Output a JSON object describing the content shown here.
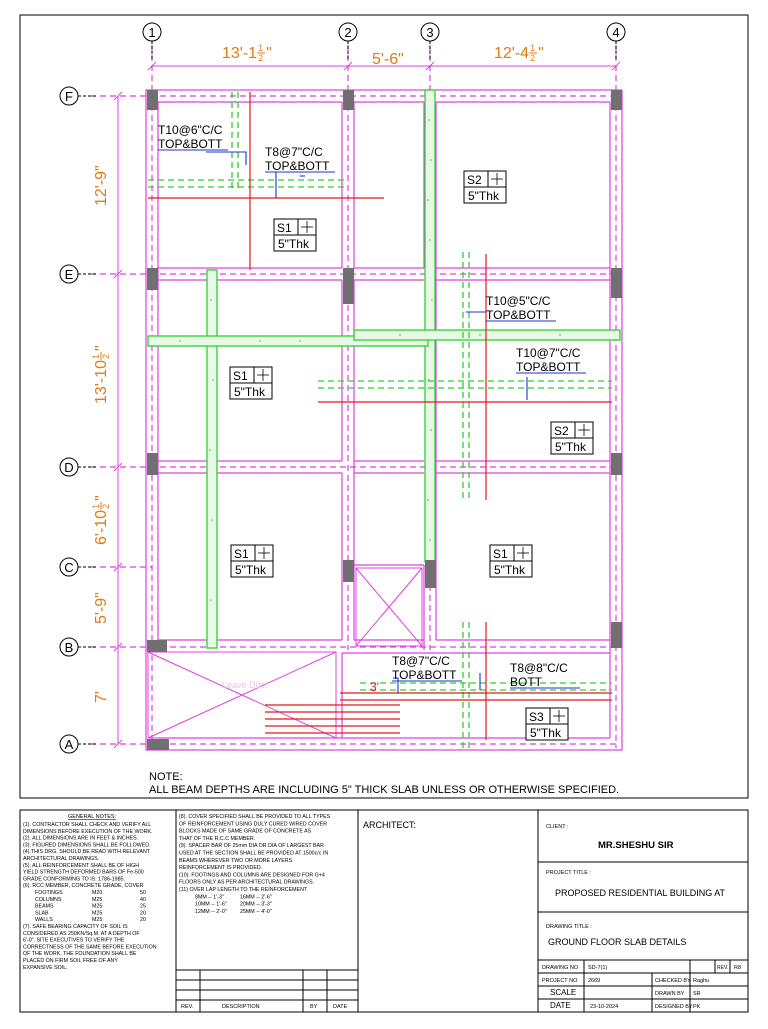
{
  "drawing": {
    "grid_columns": [
      "1",
      "2",
      "3",
      "4"
    ],
    "grid_rows": [
      "F",
      "E",
      "D",
      "C",
      "B",
      "A"
    ],
    "dims_top": [
      {
        "whole": "13'-1",
        "num": "1",
        "den": "2",
        "tail": "\""
      },
      {
        "whole": "5'-6\"",
        "num": "",
        "den": "",
        "tail": ""
      },
      {
        "whole": "12'-4",
        "num": "1",
        "den": "2",
        "tail": "\""
      }
    ],
    "dims_left": [
      {
        "whole": "12'-9\"",
        "num": "",
        "den": "",
        "tail": ""
      },
      {
        "whole": "13'-10",
        "num": "1",
        "den": "2",
        "tail": "\""
      },
      {
        "whole": "6'-10",
        "num": "1",
        "den": "2",
        "tail": "\""
      },
      {
        "whole": "5'-9\"",
        "num": "",
        "den": "",
        "tail": ""
      },
      {
        "whole": "7'",
        "num": "",
        "den": "",
        "tail": ""
      }
    ],
    "rebar_labels": [
      {
        "line1": "T10@6\"C/C",
        "line2": "TOP&BOTT"
      },
      {
        "line1": "T8@7\"C/C",
        "line2": "TOP&BOTT"
      },
      {
        "line1": "T10@5\"C/C",
        "line2": "TOP&BOTT"
      },
      {
        "line1": "T10@7\"C/C",
        "line2": "TOP&BOTT"
      },
      {
        "line1": "T8@7\"C/C",
        "line2": "TOP&BOTT"
      },
      {
        "line1": "T8@8\"C/C",
        "line2": "BOTT"
      }
    ],
    "slab_tags": [
      {
        "id": "S1",
        "thk": "5\"Thk"
      },
      {
        "id": "S2",
        "thk": "5\"Thk"
      },
      {
        "id": "S1",
        "thk": "5\"Thk"
      },
      {
        "id": "S2",
        "thk": "5\"Thk"
      },
      {
        "id": "S1",
        "thk": "5\"Thk"
      },
      {
        "id": "S1",
        "thk": "5\"Thk"
      },
      {
        "id": "S3",
        "thk": "5\"Thk"
      }
    ],
    "lap_dim": "3'",
    "faint_text": "Leave Duct"
  },
  "note": {
    "heading": "NOTE:",
    "text": "ALL BEAM DEPTHS ARE INCLUDING 5\" THICK SLAB UNLESS OR OTHERWISE SPECIFIED."
  },
  "general_notes": {
    "title": "GENERAL NOTES:",
    "lines": [
      "(1). CONTRACTOR SHALL CHECK AND VERIFY ALL",
      "DIMENSIONS   BEFORE EXECUTION OF THE WORK.",
      "(2). ALL DIMENSIONS ARE IN FEET & INCHES.",
      "(3). FIGURED DIMENSIONS SHALL BE FOLLOWED.",
      "(4).THIS DRG. SHOULD BE READ WITH RELEVANT",
      "ARCHITECTURAL DRAWINGS.",
      "(5). ALL REINFORCEMENT SHALL BE OF HIGH",
      "YIELD STRENGTH    DEFORMED BARS OF Fe-500",
      "GRADE  CONFORMING TO IS: 1786-1985.",
      "(6). RCC MEMBER, CONCRETE GRADE,  COVER"
    ],
    "concrete_rows": [
      [
        "FOOTINGS",
        "M20",
        "50"
      ],
      [
        "COLUMNS",
        "M25",
        "40"
      ],
      [
        "BEAMS",
        "M25",
        "25"
      ],
      [
        "SLAB",
        "M25",
        "20"
      ],
      [
        "WALLS",
        "M25",
        "20"
      ]
    ],
    "lines_after": [
      "(7). SAFE BEARING CAPACITY OF SOIL IS",
      "CONSIDERED AS 250KN/Sq.M.  AT A DEPTH OF",
      "6'-0\".   SITE EXECUTIVES TO VERIFY THE",
      "CORRECTNESS OF THE SAME BEFORE EXECUTION",
      "OF THE WORK. THE FOUNDATION SHALL BE",
      "PLACED ON FIRM SOIL FREE OF ANY",
      "EXPANSIVE SOIL."
    ]
  },
  "notes2": {
    "lines": [
      "(8). COVER SPECIFIED SHALL BE PROVIDED TO ALL TYPES",
      "OF  REINFORCEMENT USING DULY CURED WIRED  COVER",
      "BLOCKS    MADE OF SAME GRADE OF CONCRETE AS",
      "THAT OF THE    R.C.C MEMBER.",
      "(9). SPACER BAR OF 25mm DIA OR DIA OF LARGEST BAR",
      "USED  AT THE SECTION SHALL BE PROVIDED AT 1500c/c IN",
      "BEAMS WHEREVER TWO OR  MORE LAYERS",
      "REINFORCEMENT IS PROVIDED.",
      "(10). FOOTINGS AND COLUMNS ARE DESIGNED FOR  G+4",
      "FLOORS ONLY AS PER ARCHITECTURAL DRAWINGS.",
      "(11)       OVER LAP LENGTH TO THE REINFORCEMENT"
    ],
    "lap_rows": [
      [
        "8MM -- 1'-3\"",
        "16MM -- 2'-6\""
      ],
      [
        "10MM -- 1'-6\"",
        "20MM -- 3'-3\""
      ],
      [
        "12MM -- 2'-0\"",
        "25MM -- 4'-0\""
      ]
    ]
  },
  "revision_table": {
    "rev": "REV.",
    "description": "DESCRIPTION",
    "by": "BY",
    "date": "DATE"
  },
  "architect": {
    "label": "ARCHITECT:"
  },
  "client": {
    "label": "CLIENT :",
    "name": "MR.SHESHU SIR"
  },
  "project": {
    "label": "PROJECT TITLE :",
    "title": "PROPOSED RESIDENTIAL BUILDING AT"
  },
  "drawing_title": {
    "label": "DRAWING TITLE :",
    "title": "GROUND FLOOR SLAB DETAILS"
  },
  "info": {
    "drawing_no_label": "DRAWING NO",
    "drawing_no": "SD-7(1)",
    "rev_label": "REV.",
    "rev": "R8",
    "project_no_label": "PROJECT NO",
    "project_no": "2669",
    "checked_by_label": "CHECKED BY",
    "checked_by": "Raghu",
    "scale_label": "SCALE",
    "drawn_by_label": "DRAWN BY",
    "drawn_by": "SR",
    "date_label": "DATE",
    "date": "23-10-2024",
    "designed_by_label": "DESIGNED BY",
    "designed_by": "PK"
  },
  "colors": {
    "grid": "#e040e0",
    "beam": "#2ed12e",
    "rebar": "#e01b1b",
    "dimension": "#e07b10",
    "column": "#707070",
    "leader": "#1a33d6"
  }
}
